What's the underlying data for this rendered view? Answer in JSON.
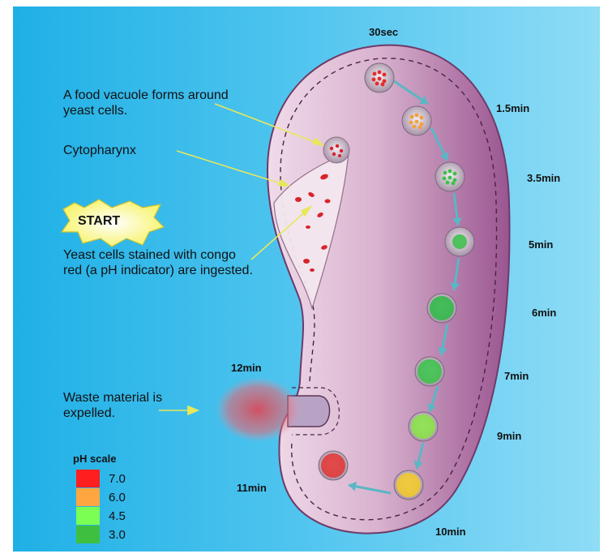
{
  "labels": {
    "food_vacuole": "A food vacuole forms around yeast cells.",
    "cytopharynx": "Cytopharynx",
    "start": "START",
    "yeast": "Yeast cells stained with congo red (a pH indicator) are ingested.",
    "waste": "Waste material is expelled."
  },
  "timeline": [
    {
      "label": "30sec",
      "color": "#e52a2a"
    },
    {
      "label": "1.5min",
      "color": "#f2a03c"
    },
    {
      "label": "3.5min",
      "color": "#3cc24a"
    },
    {
      "label": "5min",
      "color": "#3fbf4f"
    },
    {
      "label": "6min",
      "color": "#32b84a"
    },
    {
      "label": "7min",
      "color": "#3ec04e"
    },
    {
      "label": "9min",
      "color": "#8ae04a"
    },
    {
      "label": "10min",
      "color": "#f0c72e"
    },
    {
      "label": "11min",
      "color": "#e03a3a"
    },
    {
      "label": "12min",
      "color": "#cc4a55"
    }
  ],
  "ph_scale": {
    "title": "pH scale",
    "items": [
      {
        "value": "7.0",
        "color": "#ff1f1f"
      },
      {
        "value": "6.0",
        "color": "#ffa640"
      },
      {
        "value": "4.5",
        "color": "#7aff52"
      },
      {
        "value": "3.0",
        "color": "#3fbf3f"
      }
    ]
  },
  "colors": {
    "cell_body": "#b47aa6",
    "cell_light": "#e6c9de",
    "arrow": "#5ab7c4",
    "pointer": "#e8e85a",
    "start_burst": "#f6f25a"
  }
}
